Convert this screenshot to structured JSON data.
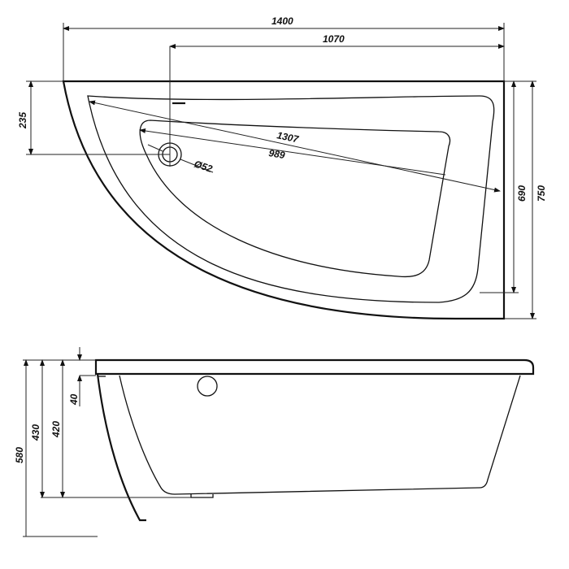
{
  "top_view": {
    "overall_length": "1400",
    "drain_offset_length": "1070",
    "drain_offset_depth": "235",
    "diagonal_outer": "1307",
    "diagonal_inner": "989",
    "drain_diameter": "Ø52",
    "inner_width": "690",
    "overall_width": "750"
  },
  "side_view": {
    "total_height": "580",
    "rim_height": "430",
    "inner_depth": "420",
    "rim_thickness": "40"
  }
}
